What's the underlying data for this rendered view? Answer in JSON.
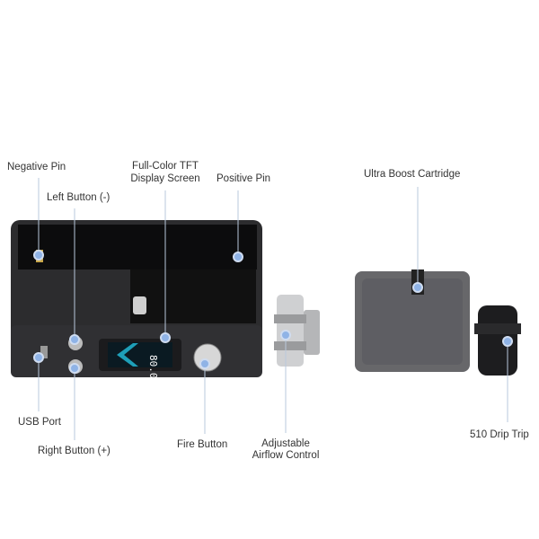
{
  "labels": {
    "negative_pin": "Negative Pin",
    "left_button": "Left Button (-)",
    "display_line1": "Full-Color TFT",
    "display_line2": "Display Screen",
    "positive_pin": "Positive Pin",
    "usb_port": "USB Port",
    "right_button": "Right Button (+)",
    "fire_button": "Fire Button",
    "airflow_line1": "Adjustable",
    "airflow_line2": "Airflow Control",
    "cartridge": "Ultra Boost Cartridge",
    "drip_tip": "510 Drip Trip"
  },
  "screen_reading": "80.0",
  "colors": {
    "marker": "#8fb3e6",
    "body": "#2a2a2c",
    "line": "#b9c8dc",
    "screen": "#1e9fb8"
  }
}
